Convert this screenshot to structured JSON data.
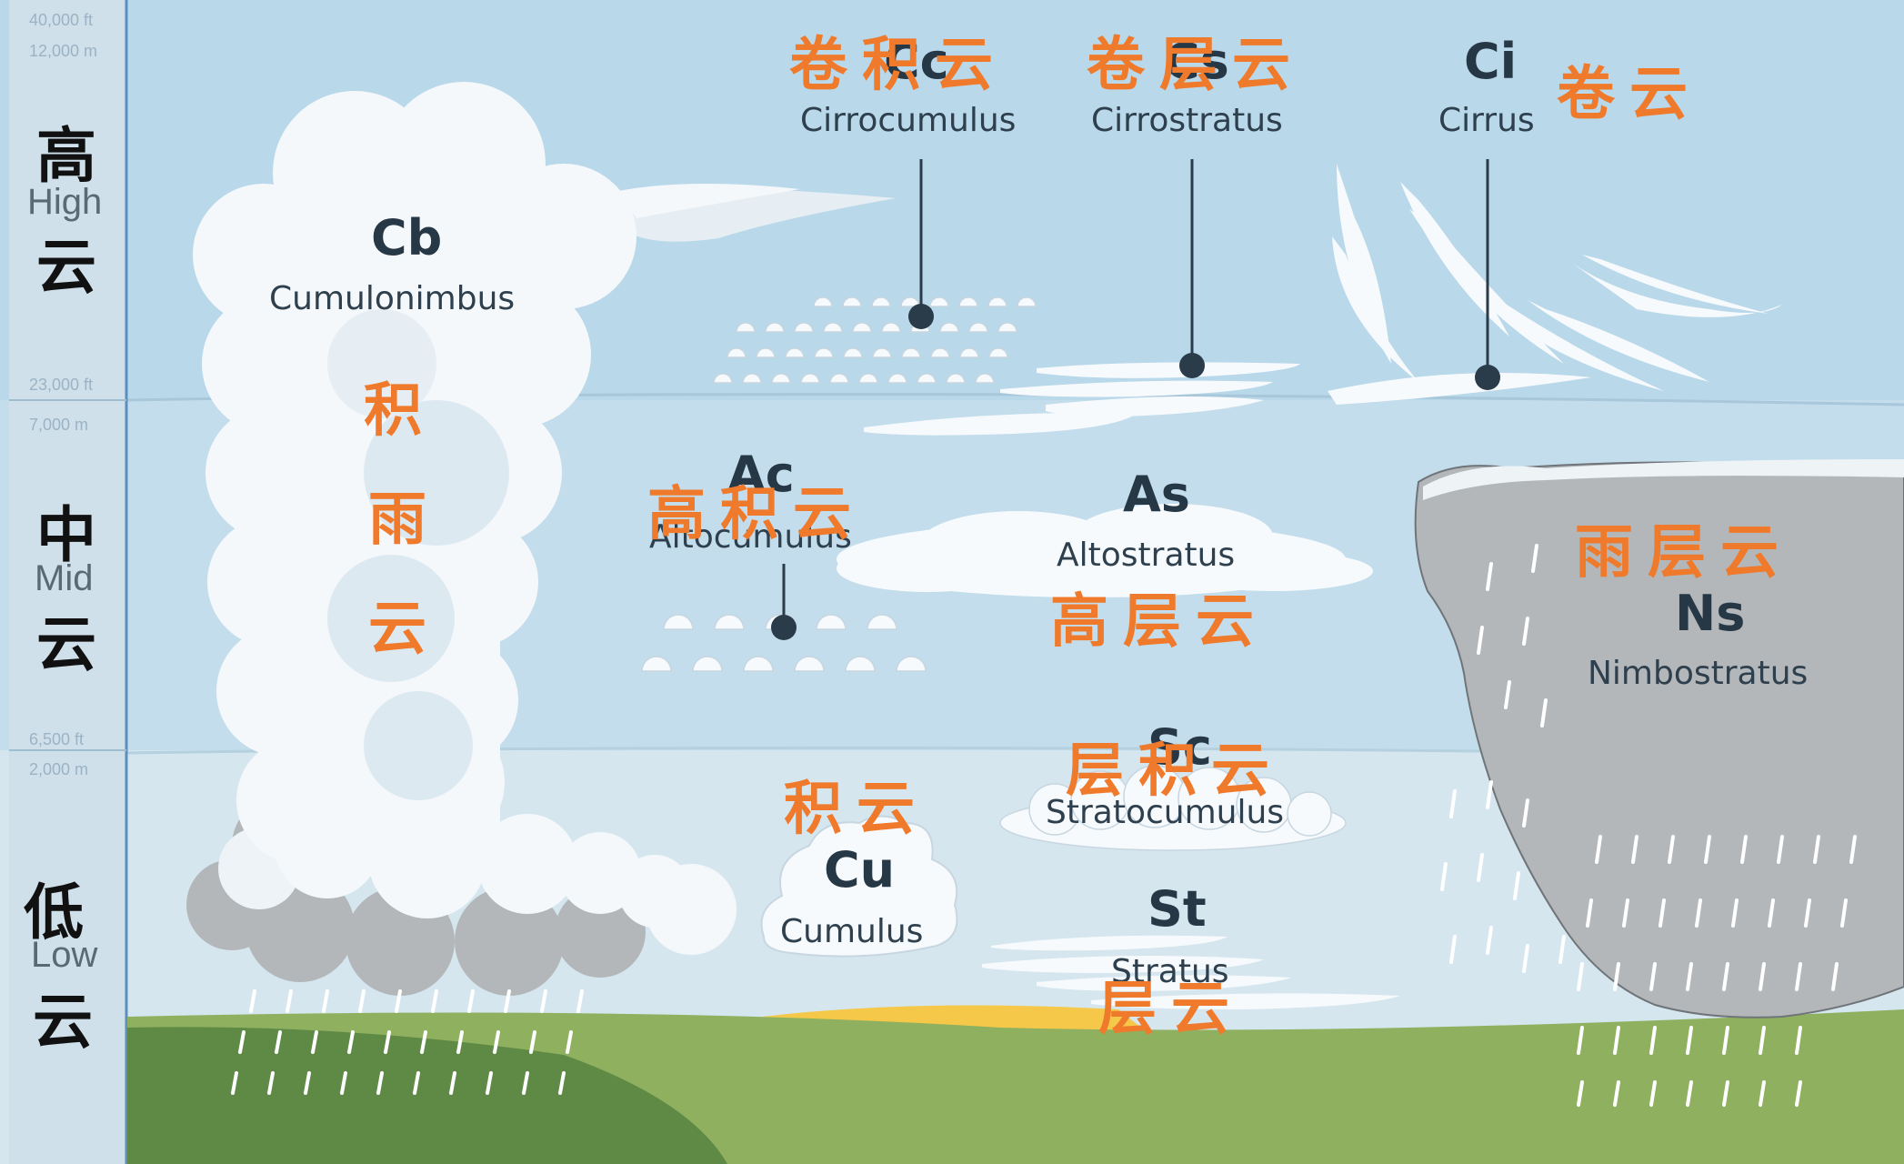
{
  "axis": {
    "high_top_ft": "40,000 ft",
    "high_top_m": "12,000 m",
    "high_bottom_ft": "23,000 ft",
    "high_bottom_m": "7,000 m",
    "mid_bottom_ft": "6,500 ft",
    "mid_bottom_m": "2,000 m"
  },
  "zones": {
    "high": {
      "cn_top": "高",
      "en": "High",
      "cn_bottom": "云"
    },
    "mid": {
      "cn_top": "中",
      "en": "Mid",
      "cn_bottom": "云"
    },
    "low": {
      "cn_top": "低",
      "en": "Low",
      "cn_bottom": "云"
    }
  },
  "clouds": {
    "cirrocumulus": {
      "abbr": "Cc",
      "name": "Cirrocumulus",
      "cn": "卷积云"
    },
    "cirrostratus": {
      "abbr": "Cs",
      "name": "Cirrostratus",
      "cn": "卷层云"
    },
    "cirrus": {
      "abbr": "Ci",
      "name": "Cirrus",
      "cn": "卷云"
    },
    "cumulonimbus": {
      "abbr": "Cb",
      "name": "Cumulonimbus",
      "cn": [
        "积",
        "雨",
        "云"
      ]
    },
    "altocumulus": {
      "abbr": "Ac",
      "name": "Altocumulus",
      "cn": "高积云"
    },
    "altostratus": {
      "abbr": "As",
      "name": "Altostratus",
      "cn": "高层云"
    },
    "nimbostratus": {
      "abbr": "Ns",
      "name": "Nimbostratus",
      "cn": "雨层云"
    },
    "stratocumulus": {
      "abbr": "Sc",
      "name": "Stratocumulus",
      "cn": "层积云"
    },
    "cumulus": {
      "abbr": "Cu",
      "name": "Cumulus",
      "cn": "积云"
    },
    "stratus": {
      "abbr": "St",
      "name": "Stratus",
      "cn": "层云"
    }
  },
  "colors": {
    "sky_high": "#b9d8ea",
    "sky_mid": "#c3ddec",
    "sky_low": "#d5e6ef",
    "axis_panel": "#cfe0ea",
    "axis_line": "#5b8fc0",
    "hill_dark": "#5f8a45",
    "hill_light": "#8fb05f",
    "sand": "#f5c84a",
    "cloud_white": "#f4f8fb",
    "cloud_shade": "#dde9f1",
    "storm_gray": "#b3b7ba",
    "annotation_orange": "#f07a2b",
    "label_dark": "#263746"
  }
}
